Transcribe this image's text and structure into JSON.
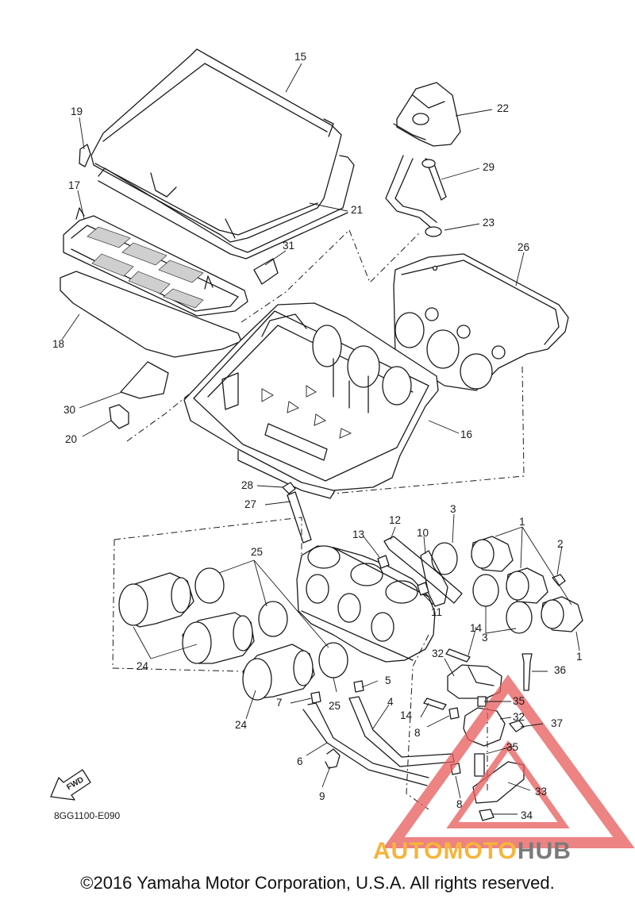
{
  "callouts": {
    "c15": "15",
    "c22": "22",
    "c19": "19",
    "c29": "29",
    "c17": "17",
    "c21": "21",
    "c23": "23",
    "c31": "31",
    "c26": "26",
    "c18": "18",
    "c30": "30",
    "c20": "20",
    "c16": "16",
    "c28": "28",
    "c27": "27",
    "c12": "12",
    "c13": "13",
    "c10": "10",
    "c3a": "3",
    "c1a": "1",
    "c2": "2",
    "c25a": "25",
    "c11": "11",
    "c3b": "3",
    "c14a": "14",
    "c1b": "1",
    "c24a": "24",
    "c32a": "32",
    "c36": "36",
    "c5": "5",
    "c7": "7",
    "c25b": "25",
    "c35a": "35",
    "c4": "4",
    "c14b": "14",
    "c8a": "8",
    "c32b": "32",
    "c37": "37",
    "c24b": "24",
    "c35b": "35",
    "c6": "6",
    "c33": "33",
    "c9": "9",
    "c8b": "8",
    "c34": "34"
  },
  "fwd_label": "FWD",
  "drawing_code": "8GG1100-E090",
  "watermark": {
    "part1": "AUTOMOTO",
    "part2": "HUB",
    "color1": "#f5b53a",
    "color2": "#7a7a7a",
    "logo_color": "#e85a5a"
  },
  "copyright": "©2016 Yamaha Motor Corporation, U.S.A. All rights reserved."
}
